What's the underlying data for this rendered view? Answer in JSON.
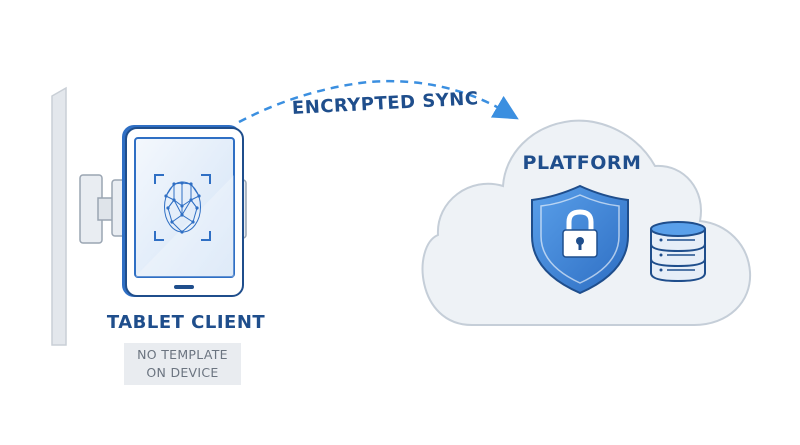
{
  "diagram": {
    "sync_label": "ENCRYPTED SYNC",
    "tablet": {
      "label": "TABLET CLIENT",
      "note_lines": [
        "NO TEMPLATE",
        "ON DEVICE"
      ]
    },
    "platform": {
      "label": "PLATFORM"
    }
  },
  "icons": [
    "face-scan-icon",
    "shield-lock-icon",
    "database-icon",
    "wall-mount-icon",
    "dashed-arrow-icon"
  ],
  "colors": {
    "primary_blue": "#2f6fc4",
    "dark_blue": "#1f4e8c",
    "light_blue": "#dbe8f7",
    "cloud_fill": "#eef2f6",
    "cloud_stroke": "#c5ced8",
    "arrow_blue": "#3b8fe0",
    "note_bg": "#e9ecf0",
    "note_text": "#6b7480"
  }
}
